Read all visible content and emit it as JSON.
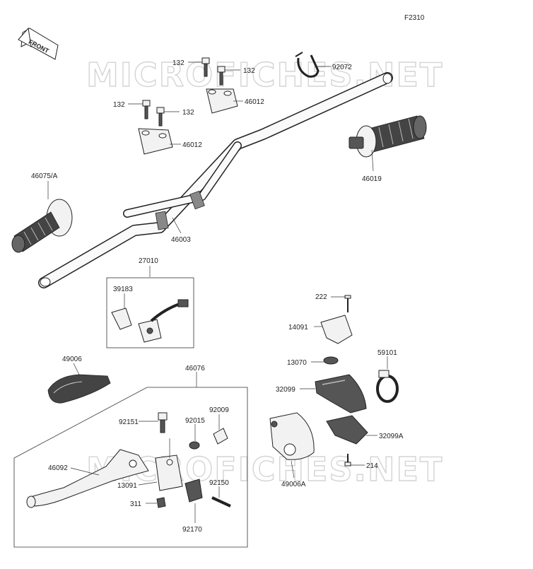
{
  "figure_code": "F2310",
  "front_label": "FRONT",
  "watermark": "MICROFICHES.NET",
  "parts": {
    "bolt_a": "132",
    "bolt_b": "132",
    "bolt_c": "132",
    "bolt_d": "132",
    "band_92072": "92072",
    "holder_upper": "46012",
    "holder_lower": "46012",
    "handlebar": "46003",
    "grip_left": "46075/A",
    "grip_right": "46019",
    "switch_assy": "27010",
    "switch_clamp": "39183",
    "screw_222": "222",
    "cover_14091": "14091",
    "nut_13070": "13070",
    "clamp_59101": "59101",
    "housing_32099": "32099",
    "housing_32099a": "32099A",
    "screw_214": "214",
    "guard_49006a": "49006A",
    "guard_49006": "49006",
    "lever_assy": "46076",
    "lever": "46092",
    "bolt_92151": "92151",
    "washer_92015": "92015",
    "adjuster_92009": "92009",
    "holder_13091": "13091",
    "bolt_92150": "92150",
    "nut_311": "311",
    "clamp_92170": "92170"
  }
}
